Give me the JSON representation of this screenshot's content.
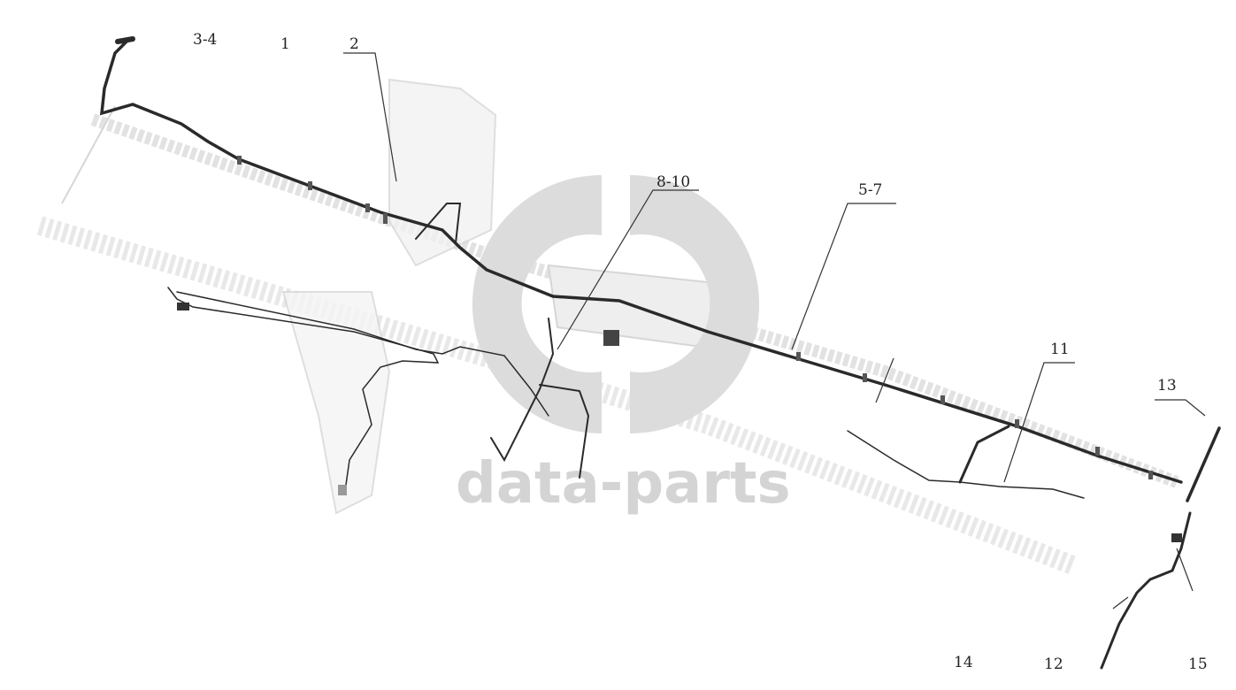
{
  "diagram": {
    "callouts": {
      "c1": "1",
      "c2": "2",
      "c3_4": "3-4",
      "c5_7": "5-7",
      "c8_10": "8-10",
      "c11": "11",
      "c12": "12",
      "c13": "13",
      "c14": "14",
      "c15": "15"
    },
    "watermark": {
      "text": "data-parts"
    }
  },
  "colors": {
    "harness": "#2a2a2a",
    "frame": "#d6d6d6",
    "leader": "#333333",
    "watermark": "#d4d4d4"
  }
}
